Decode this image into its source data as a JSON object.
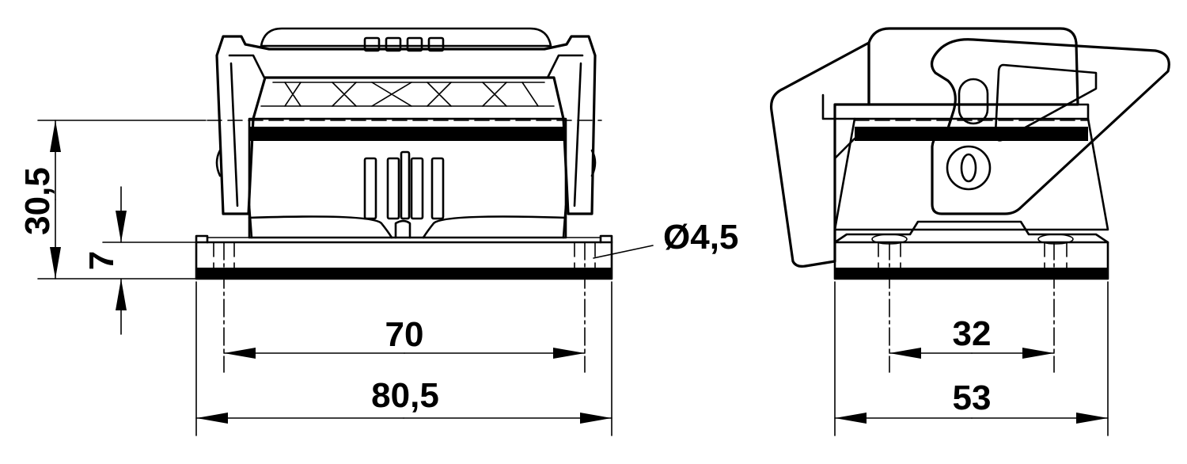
{
  "dimensions": {
    "height_total": "30,5",
    "height_flange": "7",
    "hole_diameter": "Ø4,5",
    "front_hole_spacing": "70",
    "front_width": "80,5",
    "side_hole_spacing": "32",
    "side_depth": "53"
  }
}
